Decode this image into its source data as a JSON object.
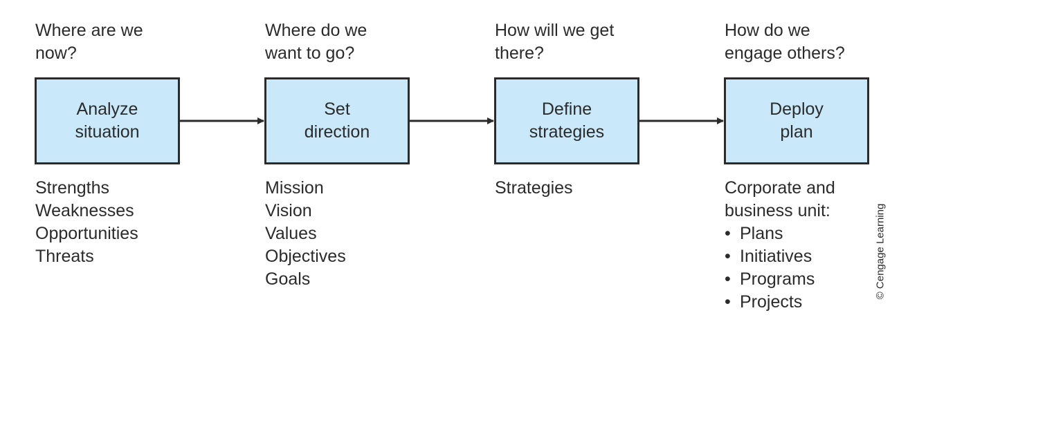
{
  "colors": {
    "box_fill": "#c9e8f9",
    "box_border": "#2b2b2b",
    "text": "#2b2b2b",
    "arrow": "#2b2b2b"
  },
  "stages": [
    {
      "question": "Where are we\nnow?",
      "box_label": "Analyze\nsituation",
      "items": [
        "Strengths",
        "Weaknesses",
        "Opportunities",
        "Threats"
      ]
    },
    {
      "question": "Where do we\nwant to go?",
      "box_label": "Set\ndirection",
      "items": [
        "Mission",
        "Vision",
        "Values",
        "Objectives",
        "Goals"
      ]
    },
    {
      "question": "How will we get\nthere?",
      "box_label": "Define\nstrategies",
      "items": [
        "Strategies"
      ]
    },
    {
      "question": "How do we\nengage others?",
      "box_label": "Deploy\nplan",
      "intro": "Corporate and\nbusiness unit:",
      "bullets": [
        "Plans",
        "Initiatives",
        "Programs",
        "Projects"
      ]
    }
  ],
  "credit": "© Cengage Learning"
}
